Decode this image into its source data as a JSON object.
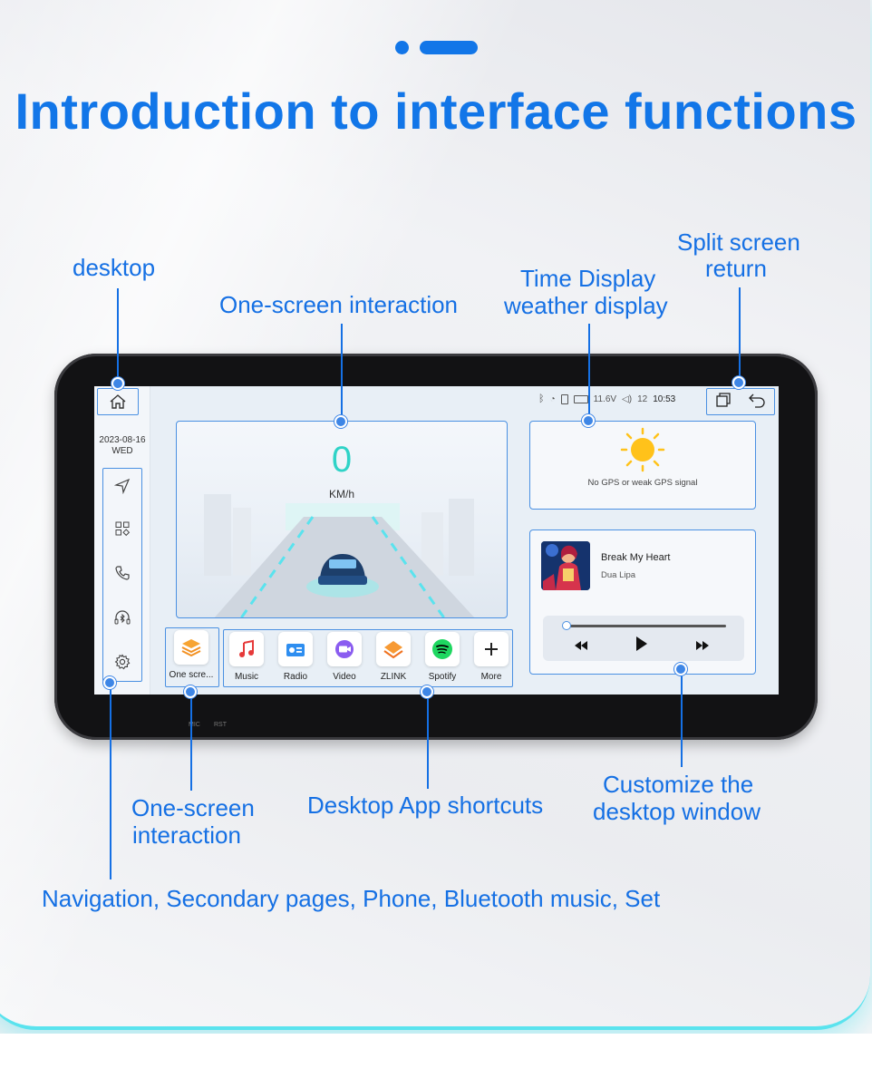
{
  "header": {
    "title": "Introduction to interface functions"
  },
  "callouts": {
    "desktop": "desktop",
    "one_screen_top": "One-screen interaction",
    "time_display": "Time Display",
    "weather_display": "weather display",
    "split_screen": "Split screen",
    "return": "return",
    "one_screen_bottom_1": "One-screen",
    "one_screen_bottom_2": "interaction",
    "app_shortcuts": "Desktop App shortcuts",
    "customize_1": "Customize the",
    "customize_2": "desktop window",
    "navigation_row": "Navigation, Secondary pages, Phone, Bluetooth music, Set"
  },
  "screen": {
    "date": "2023-08-16",
    "weekday": "WED",
    "status": {
      "voltage": "11.6V",
      "volume": "12",
      "time": "10:53"
    },
    "speed": {
      "value": "0",
      "unit": "KM/h"
    },
    "weather": {
      "message": "No GPS or weak GPS signal"
    },
    "music": {
      "title": "Break My Heart",
      "artist": "Dua Lipa",
      "progress": 0.02
    },
    "one_screen_label": "One scre...",
    "apps": [
      {
        "label": "Music",
        "icon": "music-note-icon"
      },
      {
        "label": "Radio",
        "icon": "radio-icon"
      },
      {
        "label": "Video",
        "icon": "video-camera-icon"
      },
      {
        "label": "ZLINK",
        "icon": "zlink-icon"
      },
      {
        "label": "Spotify",
        "icon": "spotify-icon"
      },
      {
        "label": "More",
        "icon": "plus-icon"
      }
    ],
    "nav_icons": [
      "navigation-arrow-icon",
      "apps-grid-icon",
      "phone-icon",
      "bluetooth-headphones-icon",
      "settings-gear-icon"
    ],
    "hardware_labels": {
      "mic": "MIC",
      "rst": "RST"
    }
  },
  "colors": {
    "accent": "#1276e8",
    "callout_blue": "#1570e4",
    "speed_teal": "#2fd3c7"
  }
}
